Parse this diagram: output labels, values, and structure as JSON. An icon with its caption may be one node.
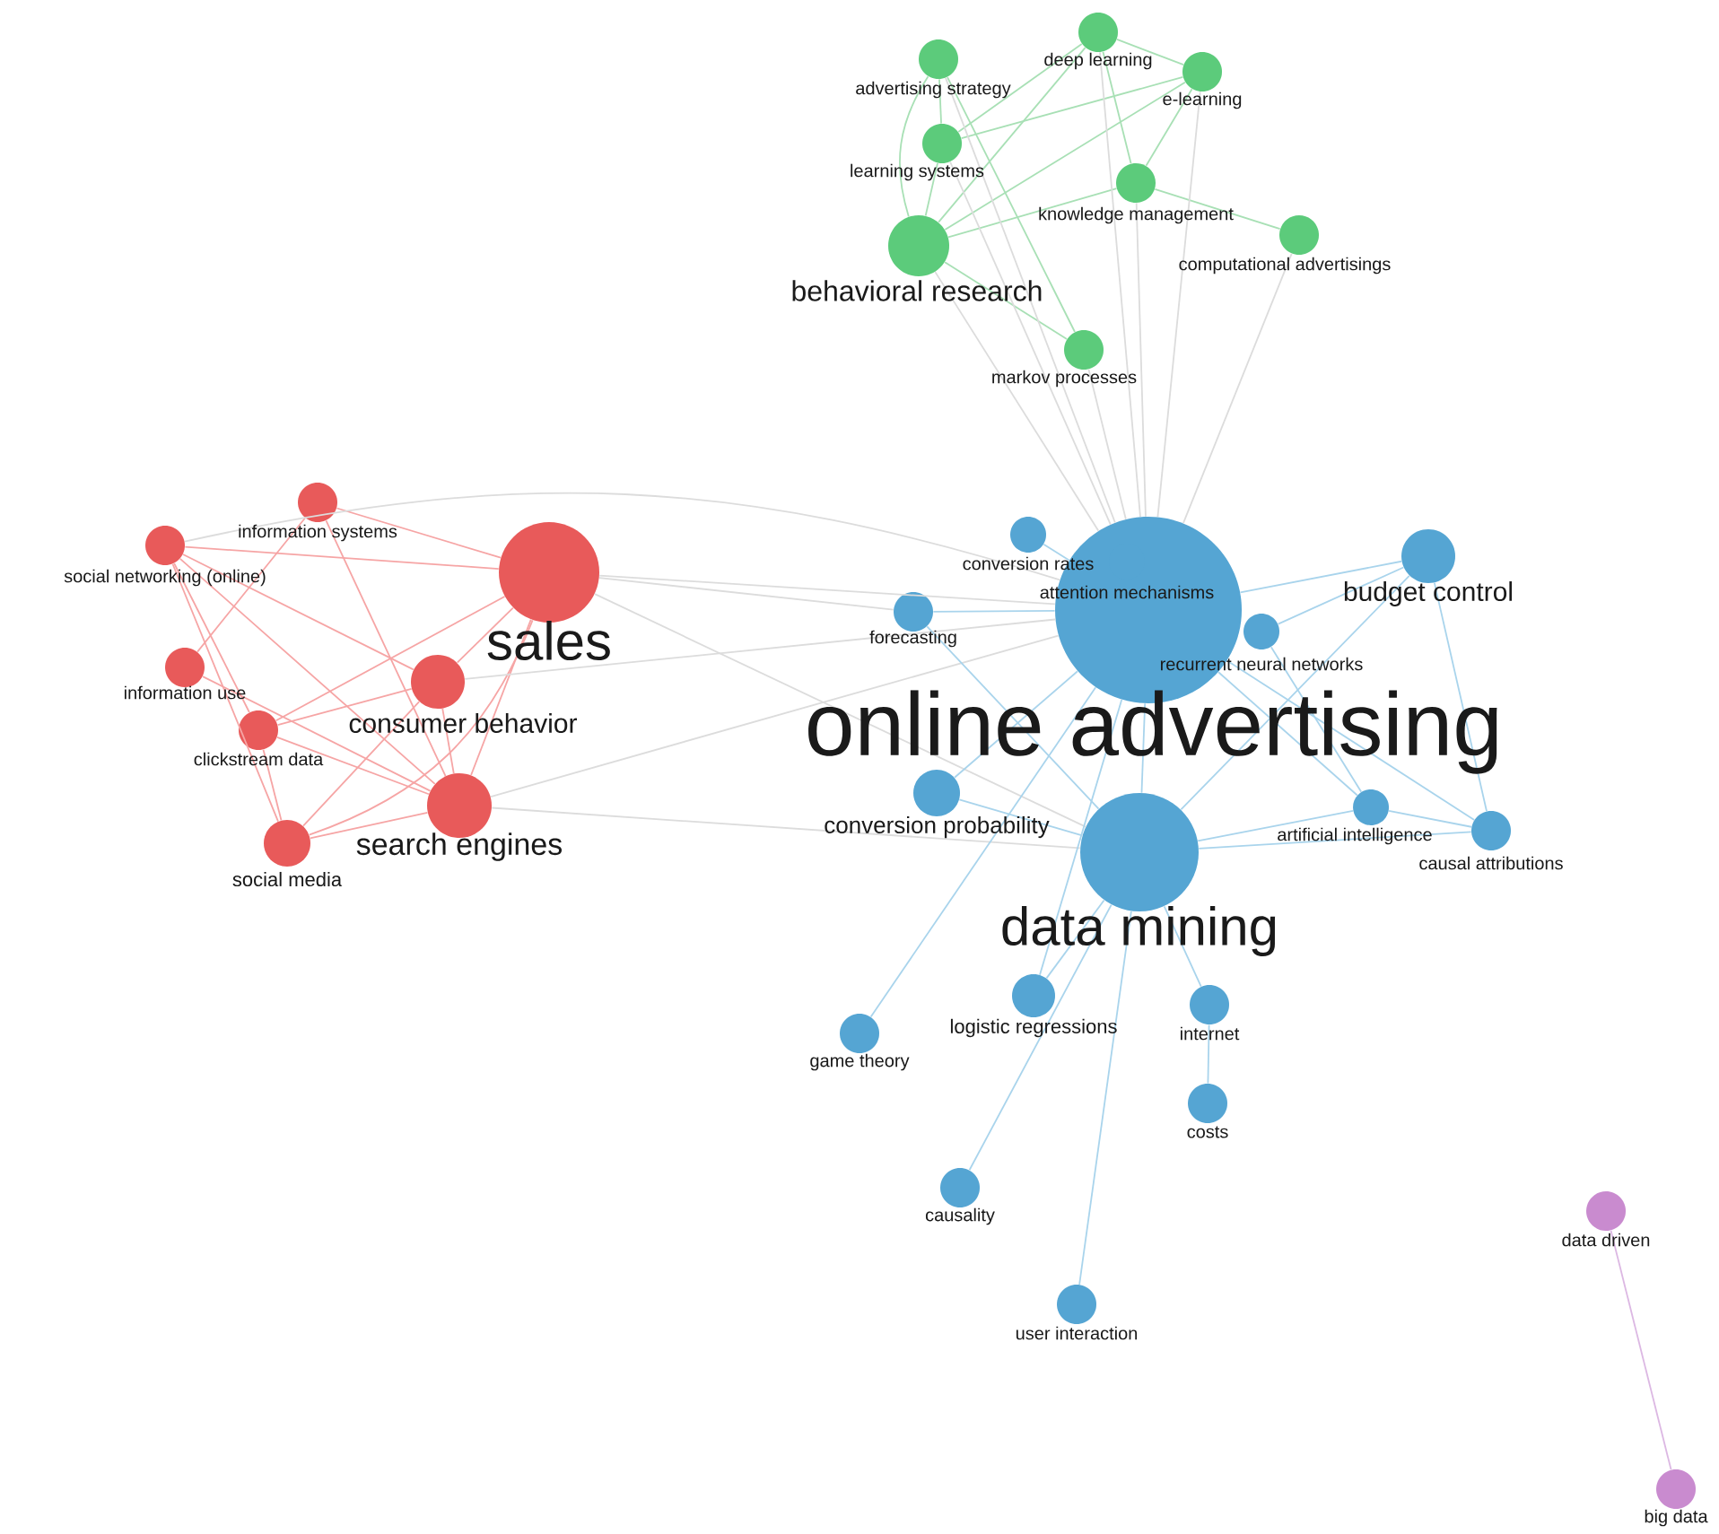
{
  "diagram": {
    "nodes": [
      {
        "text": [
          "advertising strategy"
        ]
      },
      {
        "text": [
          "deep learning"
        ]
      },
      {
        "text": [
          "e-learning"
        ]
      },
      {
        "text": [
          "learning systems"
        ]
      },
      {
        "text": [
          "knowledge management"
        ]
      },
      {
        "text": [
          "behavioral research"
        ]
      },
      {
        "text": [
          "computational advertisings"
        ]
      },
      {
        "text": [
          "markov processes"
        ]
      },
      {
        "text": [
          "information systems"
        ]
      },
      {
        "text": [
          "social networking (online)"
        ]
      },
      {
        "text": [
          "sales"
        ]
      },
      {
        "text": [
          "information use"
        ]
      },
      {
        "text": [
          "consumer behavior"
        ]
      },
      {
        "text": [
          "clickstream data"
        ]
      },
      {
        "text": [
          "search engines"
        ]
      },
      {
        "text": [
          "social media"
        ]
      },
      {
        "text": [
          "conversion rates"
        ]
      },
      {
        "text": [
          "attention mechanisms"
        ]
      },
      {
        "text": [
          "online advertising"
        ]
      },
      {
        "text": [
          "budget control"
        ]
      },
      {
        "text": [
          "forecasting"
        ]
      },
      {
        "text": [
          "recurrent neural networks"
        ]
      },
      {
        "text": [
          "conversion probability"
        ]
      },
      {
        "text": [
          "data mining"
        ]
      },
      {
        "text": [
          "artificial intelligence"
        ]
      },
      {
        "text": [
          "causal attributions"
        ]
      },
      {
        "text": [
          "logistic regressions"
        ]
      },
      {
        "text": [
          "internet"
        ]
      },
      {
        "text": [
          "game theory"
        ]
      },
      {
        "text": [
          "costs"
        ]
      },
      {
        "text": [
          "causality"
        ]
      },
      {
        "text": [
          "user interaction"
        ]
      },
      {
        "text": [
          "data driven"
        ]
      },
      {
        "text": [
          "big data"
        ]
      }
    ],
    "edges": [
      {
        "from": 0,
        "to": 5,
        "arrow": "none",
        "color": "#a8e0b5"
      },
      {
        "from": 0,
        "to": 7,
        "arrow": "none",
        "color": "#a8e0b5"
      },
      {
        "from": 0,
        "to": 3,
        "arrow": "none",
        "color": "#a8e0b5"
      },
      {
        "from": 1,
        "to": 2,
        "arrow": "none",
        "color": "#a8e0b5"
      },
      {
        "from": 1,
        "to": 4,
        "arrow": "none",
        "color": "#a8e0b5"
      },
      {
        "from": 1,
        "to": 5,
        "arrow": "none",
        "color": "#a8e0b5"
      },
      {
        "from": 1,
        "to": 3,
        "arrow": "none",
        "color": "#a8e0b5"
      },
      {
        "from": 2,
        "to": 3,
        "arrow": "none",
        "color": "#a8e0b5"
      },
      {
        "from": 2,
        "to": 4,
        "arrow": "none",
        "color": "#a8e0b5"
      },
      {
        "from": 2,
        "to": 5,
        "arrow": "none",
        "color": "#a8e0b5"
      },
      {
        "from": 3,
        "to": 5,
        "arrow": "none",
        "color": "#a8e0b5"
      },
      {
        "from": 4,
        "to": 5,
        "arrow": "none",
        "color": "#a8e0b5"
      },
      {
        "from": 4,
        "to": 6,
        "arrow": "none",
        "color": "#a8e0b5"
      },
      {
        "from": 5,
        "to": 7,
        "arrow": "none",
        "color": "#a8e0b5"
      },
      {
        "from": 5,
        "to": 18,
        "arrow": "none",
        "color": "#dcdcdc"
      },
      {
        "from": 1,
        "to": 18,
        "arrow": "none",
        "color": "#dcdcdc"
      },
      {
        "from": 2,
        "to": 18,
        "arrow": "none",
        "color": "#dcdcdc"
      },
      {
        "from": 4,
        "to": 18,
        "arrow": "none",
        "color": "#dcdcdc"
      },
      {
        "from": 6,
        "to": 18,
        "arrow": "none",
        "color": "#dcdcdc"
      },
      {
        "from": 7,
        "to": 18,
        "arrow": "none",
        "color": "#dcdcdc"
      },
      {
        "from": 3,
        "to": 18,
        "arrow": "none",
        "color": "#dcdcdc"
      },
      {
        "from": 0,
        "to": 18,
        "arrow": "none",
        "color": "#dcdcdc"
      },
      {
        "from": 9,
        "to": 10,
        "arrow": "none",
        "color": "#f6a5a5"
      },
      {
        "from": 8,
        "to": 10,
        "arrow": "none",
        "color": "#f6a5a5"
      },
      {
        "from": 8,
        "to": 11,
        "arrow": "none",
        "color": "#f6a5a5"
      },
      {
        "from": 8,
        "to": 14,
        "arrow": "none",
        "color": "#f6a5a5"
      },
      {
        "from": 9,
        "to": 15,
        "arrow": "none",
        "color": "#f6a5a5"
      },
      {
        "from": 9,
        "to": 13,
        "arrow": "none",
        "color": "#f6a5a5"
      },
      {
        "from": 9,
        "to": 12,
        "arrow": "none",
        "color": "#f6a5a5"
      },
      {
        "from": 10,
        "to": 12,
        "arrow": "none",
        "color": "#f6a5a5"
      },
      {
        "from": 10,
        "to": 13,
        "arrow": "none",
        "color": "#f6a5a5"
      },
      {
        "from": 10,
        "to": 14,
        "arrow": "none",
        "color": "#f6a5a5"
      },
      {
        "from": 10,
        "to": 15,
        "arrow": "none",
        "color": "#f6a5a5"
      },
      {
        "from": 12,
        "to": 13,
        "arrow": "none",
        "color": "#f6a5a5"
      },
      {
        "from": 12,
        "to": 14,
        "arrow": "none",
        "color": "#f6a5a5"
      },
      {
        "from": 12,
        "to": 15,
        "arrow": "none",
        "color": "#f6a5a5"
      },
      {
        "from": 13,
        "to": 14,
        "arrow": "none",
        "color": "#f6a5a5"
      },
      {
        "from": 13,
        "to": 15,
        "arrow": "none",
        "color": "#f6a5a5"
      },
      {
        "from": 11,
        "to": 14,
        "arrow": "none",
        "color": "#f6a5a5"
      },
      {
        "from": 14,
        "to": 15,
        "arrow": "none",
        "color": "#f6a5a5"
      },
      {
        "from": 9,
        "to": 14,
        "arrow": "none",
        "color": "#f6a5a5"
      },
      {
        "from": 10,
        "to": 18,
        "arrow": "none",
        "color": "#dcdcdc"
      },
      {
        "from": 10,
        "to": 20,
        "arrow": "none",
        "color": "#dcdcdc"
      },
      {
        "from": 10,
        "to": 23,
        "arrow": "none",
        "color": "#dcdcdc"
      },
      {
        "from": 12,
        "to": 18,
        "arrow": "none",
        "color": "#dcdcdc"
      },
      {
        "from": 14,
        "to": 18,
        "arrow": "none",
        "color": "#dcdcdc"
      },
      {
        "from": 14,
        "to": 23,
        "arrow": "none",
        "color": "#dcdcdc"
      },
      {
        "from": 9,
        "to": 18,
        "arrow": "none",
        "color": "#dcdcdc"
      },
      {
        "from": 16,
        "to": 18,
        "arrow": "none"
      },
      {
        "from": 19,
        "to": 18,
        "arrow": "none"
      },
      {
        "from": 20,
        "to": 18,
        "arrow": "none"
      },
      {
        "from": 22,
        "to": 18,
        "arrow": "none"
      },
      {
        "from": 23,
        "to": 18,
        "arrow": "none"
      },
      {
        "from": 24,
        "to": 18,
        "arrow": "none"
      },
      {
        "from": 25,
        "to": 18,
        "arrow": "none"
      },
      {
        "from": 19,
        "to": 25,
        "arrow": "none"
      },
      {
        "from": 19,
        "to": 23,
        "arrow": "none"
      },
      {
        "from": 19,
        "to": 21,
        "arrow": "none"
      },
      {
        "from": 20,
        "to": 23,
        "arrow": "none"
      },
      {
        "from": 22,
        "to": 23,
        "arrow": "none"
      },
      {
        "from": 24,
        "to": 23,
        "arrow": "none"
      },
      {
        "from": 25,
        "to": 23,
        "arrow": "none"
      },
      {
        "from": 26,
        "to": 23,
        "arrow": "none"
      },
      {
        "from": 26,
        "to": 18,
        "arrow": "none"
      },
      {
        "from": 27,
        "to": 23,
        "arrow": "none"
      },
      {
        "from": 28,
        "to": 18,
        "arrow": "none"
      },
      {
        "from": 29,
        "to": 27,
        "arrow": "none"
      },
      {
        "from": 30,
        "to": 23,
        "arrow": "none"
      },
      {
        "from": 31,
        "to": 23,
        "arrow": "none"
      },
      {
        "from": 24,
        "to": 25,
        "arrow": "none"
      },
      {
        "from": 21,
        "to": 24,
        "arrow": "none"
      },
      {
        "from": 32,
        "to": 33,
        "arrow": "none",
        "color": "#dcb8e3"
      }
    ]
  }
}
